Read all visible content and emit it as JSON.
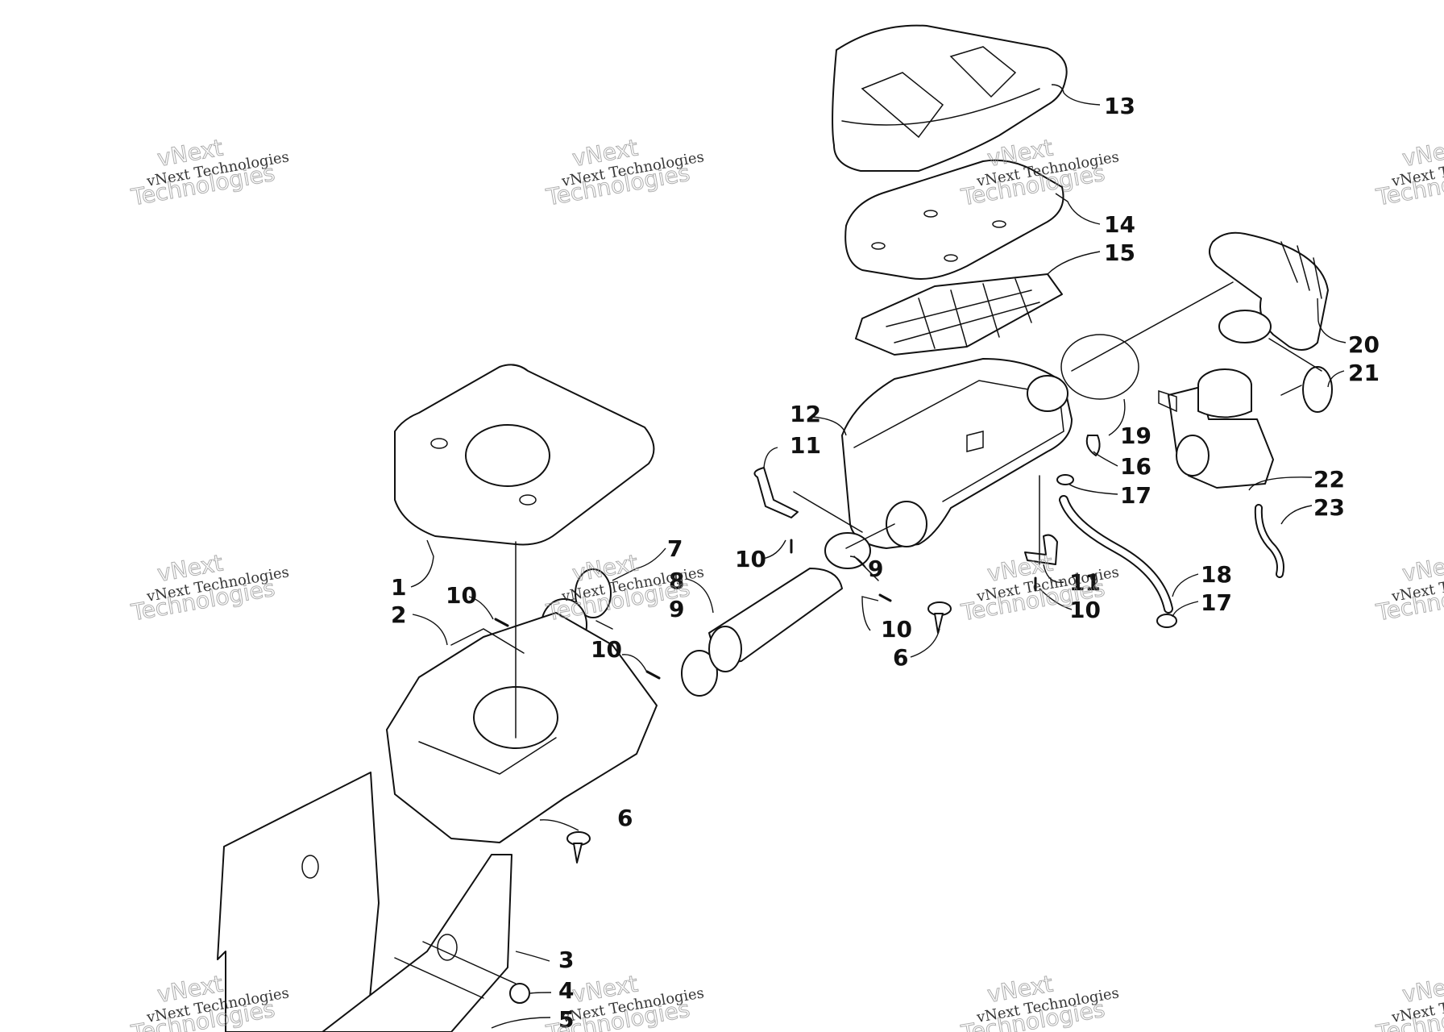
{
  "watermark": {
    "line1": "vNext Technologies",
    "line2": "vNext",
    "line3": "Technologies"
  },
  "callouts": {
    "c1": "1",
    "c2": "2",
    "c3": "3",
    "c4": "4",
    "c5": "5",
    "c6a": "6",
    "c6b": "6",
    "c7": "7",
    "c8": "8",
    "c9a": "9",
    "c9b": "9",
    "c10a": "10",
    "c10b": "10",
    "c10c": "10",
    "c10d": "10",
    "c10e": "10",
    "c11a": "11",
    "c11b": "11",
    "c12": "12",
    "c13": "13",
    "c14": "14",
    "c15": "15",
    "c16": "16",
    "c17a": "17",
    "c17b": "17",
    "c18": "18",
    "c19": "19",
    "c20": "20",
    "c21": "21",
    "c22": "22",
    "c23": "23"
  }
}
